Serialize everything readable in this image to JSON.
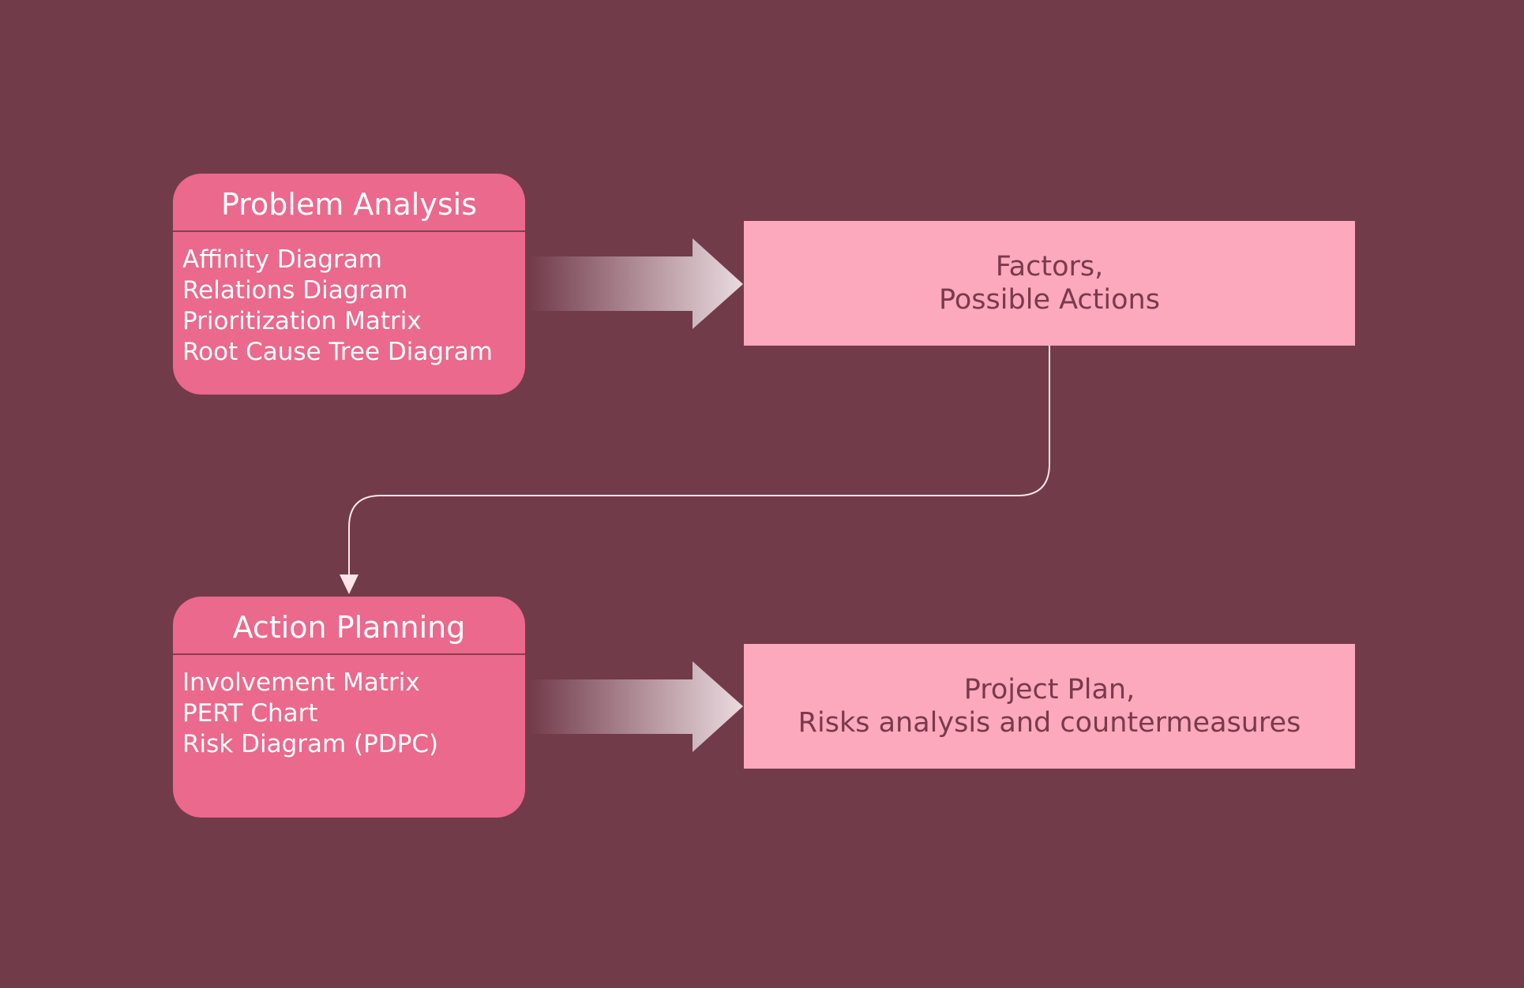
{
  "colors": {
    "background": "#723b4a",
    "card_fill": "#ea698c",
    "result_fill": "#fca8bd",
    "result_text": "#7a3a4c",
    "connector": "#fce4ea"
  },
  "problem_analysis": {
    "title": "Problem Analysis",
    "items": [
      "Affinity Diagram",
      "Relations Diagram",
      "Prioritization Matrix",
      "Root Cause Tree Diagram"
    ]
  },
  "factors_box": {
    "line1": "Factors,",
    "line2": "Possible Actions"
  },
  "action_planning": {
    "title": "Action Planning",
    "items": [
      "Involvement Matrix",
      "PERT Chart",
      "Risk Diagram (PDPC)"
    ]
  },
  "project_box": {
    "line1": "Project Plan,",
    "line2": "Risks analysis and countermeasures"
  }
}
